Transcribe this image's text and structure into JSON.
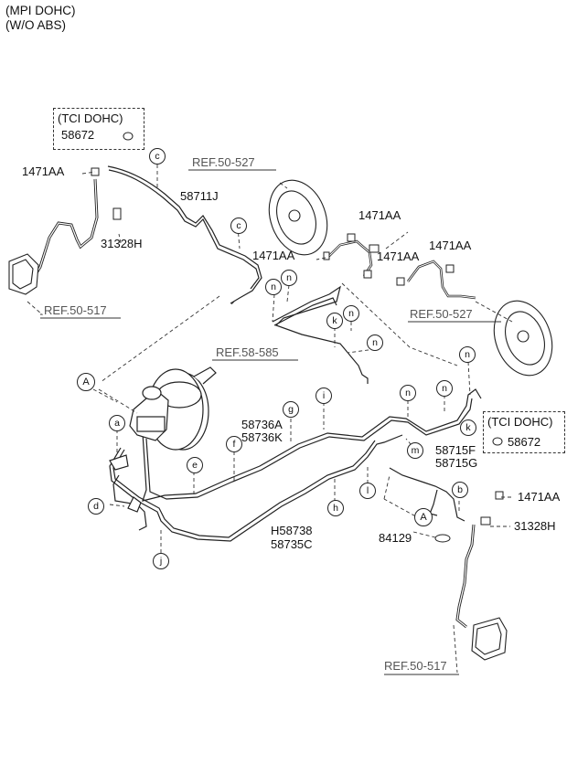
{
  "header": {
    "line1": "(MPI DOHC)",
    "line2": "(W/O ABS)"
  },
  "tci_boxes": [
    {
      "title": "(TCI DOHC)",
      "part": "58672"
    },
    {
      "title": "(TCI DOHC)",
      "part": "58672"
    }
  ],
  "part_labels": {
    "p1471aa_1": "1471AA",
    "p1471aa_2": "1471AA",
    "p1471aa_3": "1471AA",
    "p1471aa_4": "1471AA",
    "p1471aa_5": "1471AA",
    "p1471aa_6": "1471AA",
    "p58711j": "58711J",
    "p31328h_1": "31328H",
    "p31328h_2": "31328H",
    "p58736a": "58736A",
    "p58736k": "58736K",
    "p58715f": "58715F",
    "p58715g": "58715G",
    "h58738": "H58738",
    "p58735c": "58735C",
    "p84129": "84129"
  },
  "references": {
    "ref_50_527_top": "REF.50-527",
    "ref_50_527_right": "REF.50-527",
    "ref_50_517_left": "REF.50-517",
    "ref_50_517_bottom": "REF.50-517",
    "ref_58_585": "REF.58-585"
  },
  "bubbles": {
    "c1": "c",
    "c2": "c",
    "n1": "n",
    "n2": "n",
    "n3": "n",
    "n4": "n",
    "n5": "n",
    "n6": "n",
    "n7": "n",
    "k1": "k",
    "k2": "k",
    "A1": "A",
    "A2": "A",
    "a": "a",
    "g": "g",
    "i": "i",
    "f": "f",
    "e": "e",
    "m": "m",
    "b": "b",
    "l": "l",
    "h": "h",
    "d": "d",
    "j": "j"
  }
}
